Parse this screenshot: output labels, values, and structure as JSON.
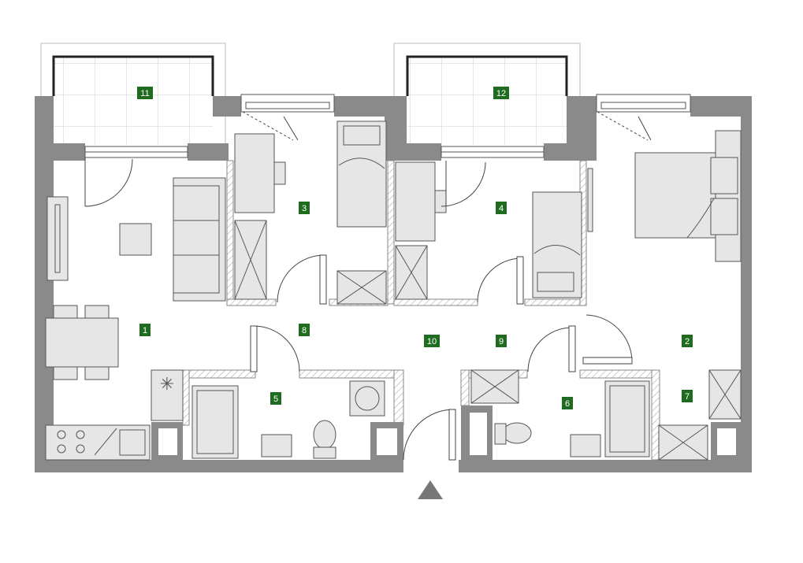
{
  "rooms": [
    {
      "id": "1",
      "label": "1"
    },
    {
      "id": "2",
      "label": "2"
    },
    {
      "id": "3",
      "label": "3"
    },
    {
      "id": "4",
      "label": "4"
    },
    {
      "id": "5",
      "label": "5"
    },
    {
      "id": "6",
      "label": "6"
    },
    {
      "id": "7",
      "label": "7"
    },
    {
      "id": "8",
      "label": "8"
    },
    {
      "id": "9",
      "label": "9"
    },
    {
      "id": "10",
      "label": "10"
    },
    {
      "id": "11",
      "label": "11"
    },
    {
      "id": "12",
      "label": "12"
    }
  ],
  "colors": {
    "wall": "#8a8a8a",
    "label_bg": "#1f6b1f",
    "label_text": "#ffffff",
    "furniture": "#e6e6e6",
    "entrance_marker": "#777777"
  },
  "icons": {
    "entrance": "entrance-triangle-icon"
  }
}
